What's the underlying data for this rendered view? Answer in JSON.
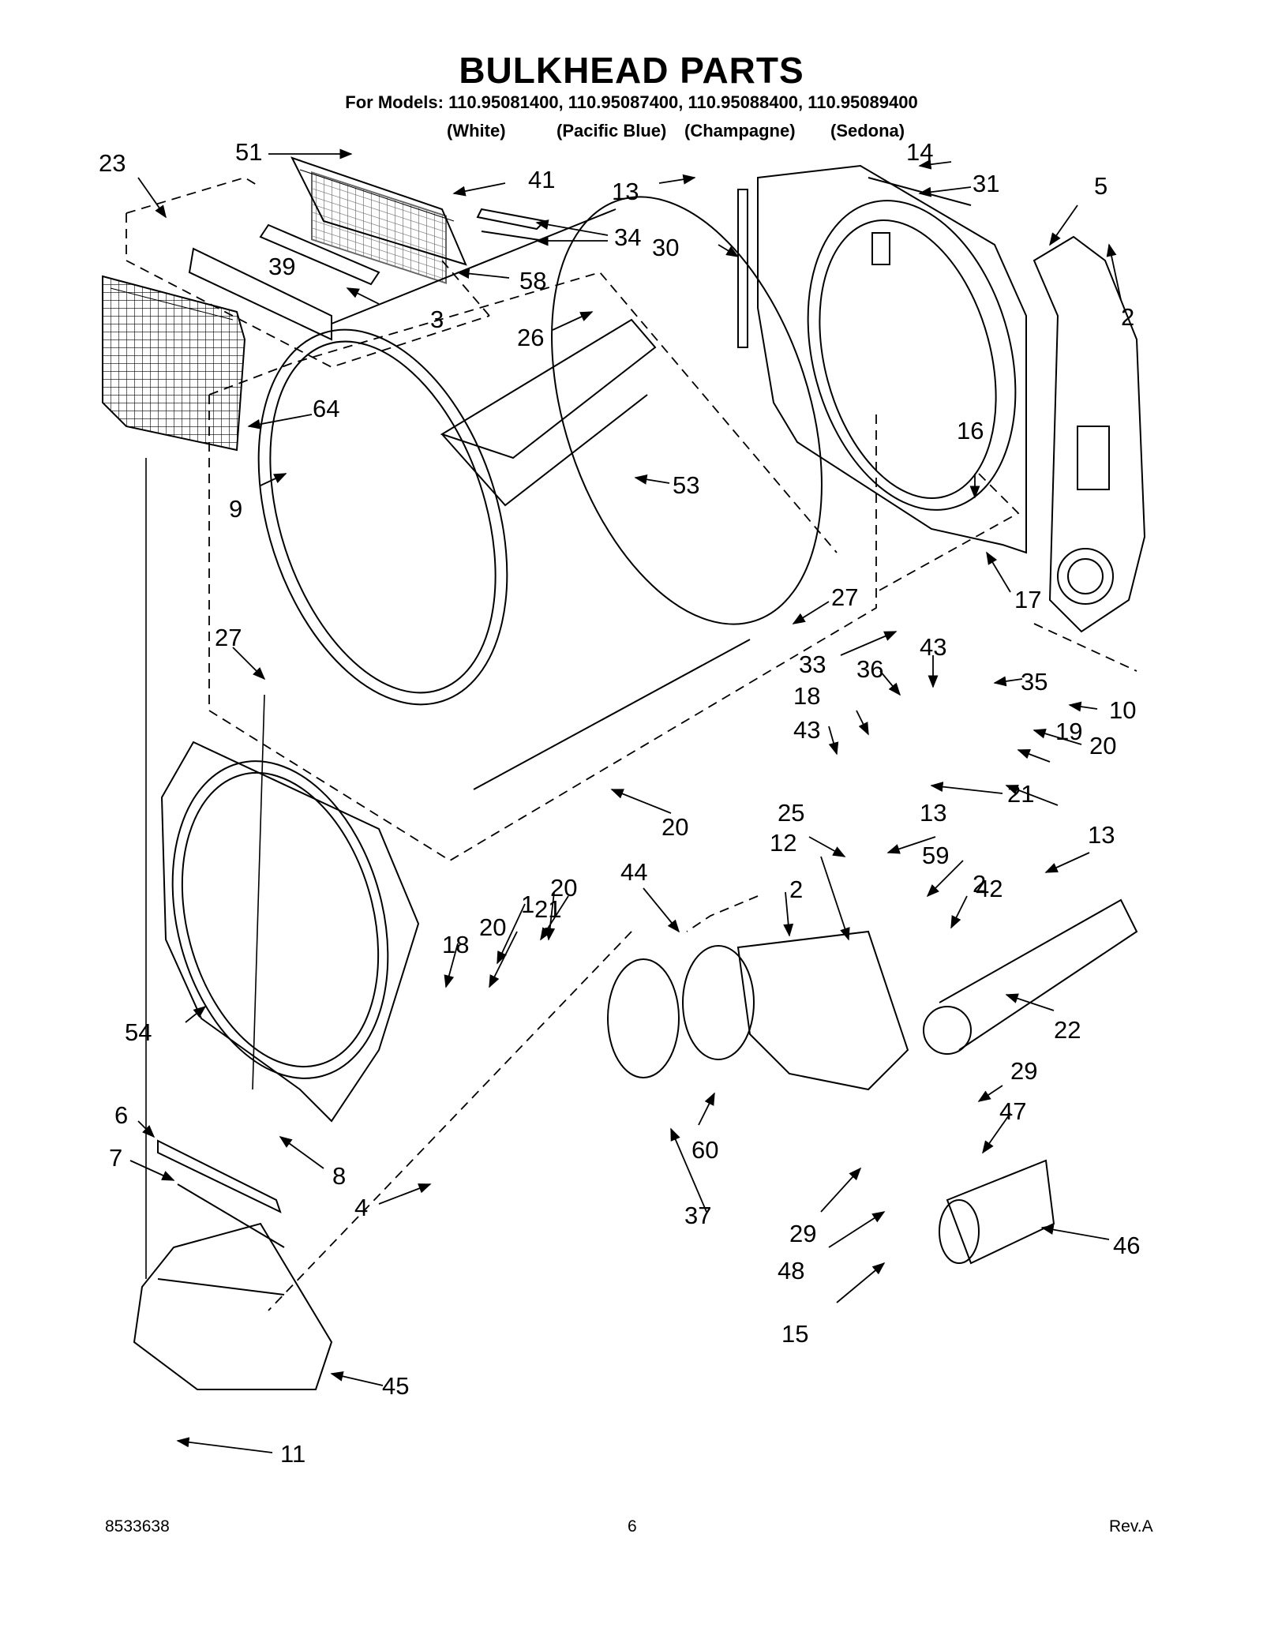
{
  "title": "BULKHEAD PARTS",
  "models_line": "For Models: 110.95081400, 110.95087400, 110.95088400, 110.95089400",
  "colors": [
    "(White)",
    "(Pacific Blue)",
    "(Champagne)",
    "(Sedona)"
  ],
  "callouts": [
    "51",
    "41",
    "34",
    "58",
    "3",
    "39",
    "23",
    "64",
    "9",
    "26",
    "13",
    "30",
    "14",
    "31",
    "5",
    "2",
    "16",
    "17",
    "53",
    "27",
    "27",
    "33",
    "36",
    "43",
    "35",
    "18",
    "10",
    "43",
    "20",
    "19",
    "21",
    "20",
    "25",
    "13",
    "13",
    "12",
    "59",
    "42",
    "2",
    "44",
    "2",
    "22",
    "20",
    "21",
    "1",
    "20",
    "18",
    "54",
    "6",
    "7",
    "8",
    "4",
    "60",
    "37",
    "29",
    "47",
    "29",
    "46",
    "48",
    "15",
    "45",
    "11"
  ],
  "footer": {
    "doc_number": "8533638",
    "page": "6",
    "revision": "Rev.A"
  }
}
